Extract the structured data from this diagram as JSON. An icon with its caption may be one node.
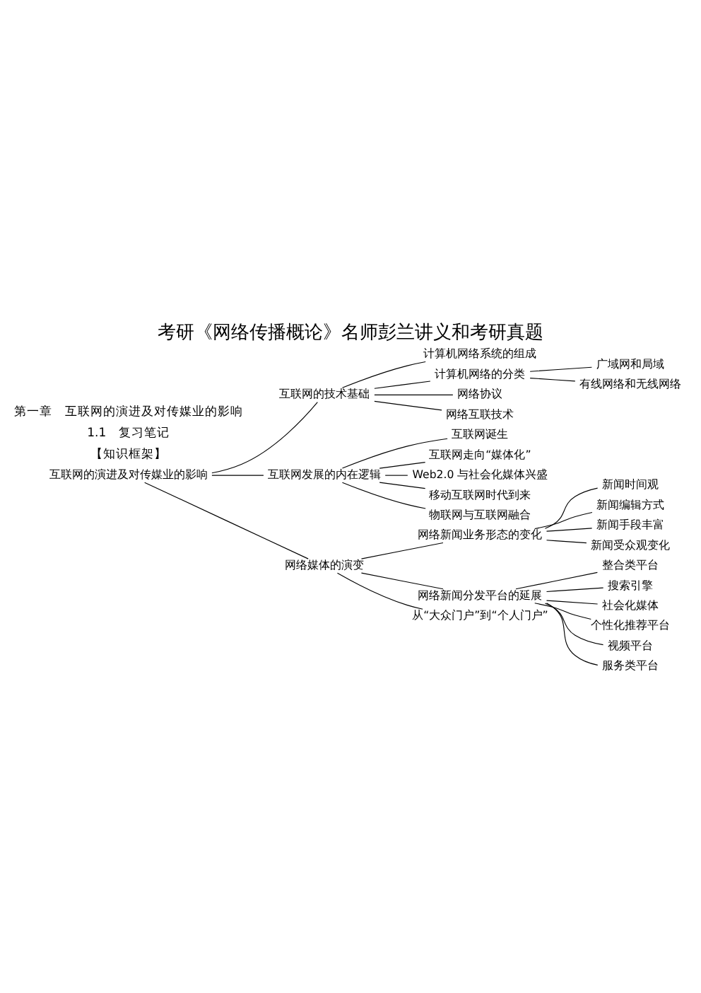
{
  "diagram": {
    "title": "考研《网络传播概论》名师彭兰讲义和考研真题",
    "nodes": [
      {
        "text": [
          "互联网的演进及对传媒业的影响"
        ]
      },
      {
        "text": [
          "互联网的技术基础"
        ]
      },
      {
        "text": [
          "计算机网络系统的组成"
        ]
      },
      {
        "text": [
          "计算机网络的分类"
        ]
      },
      {
        "text": [
          "广域网和局域"
        ]
      },
      {
        "text": [
          "有线网络和无线网络"
        ]
      },
      {
        "text": [
          "网络协议"
        ]
      },
      {
        "text": [
          "网络互联技术"
        ]
      },
      {
        "text": [
          "互联网发展的内在逻辑"
        ]
      },
      {
        "text": [
          "互联网诞生"
        ]
      },
      {
        "text": [
          "互联网走向“媒体化”"
        ]
      },
      {
        "text": [
          "Web2.0 与社会化媒体兴盛"
        ]
      },
      {
        "text": [
          "移动互联网时代到来"
        ]
      },
      {
        "text": [
          "物联网与互联网融合"
        ]
      },
      {
        "text": [
          "网络媒体的演变"
        ]
      },
      {
        "text": [
          "网络新闻业务形态的变化"
        ]
      },
      {
        "text": [
          "新闻时间观"
        ]
      },
      {
        "text": [
          "新闻编辑方式"
        ]
      },
      {
        "text": [
          "新闻手段丰富"
        ]
      },
      {
        "text": [
          "新闻受众观变化"
        ]
      },
      {
        "text": [
          "网络新闻分发平台的延展"
        ]
      },
      {
        "text": [
          "整合类平台"
        ]
      },
      {
        "text": [
          "搜索引擎"
        ]
      },
      {
        "text": [
          "社会化媒体"
        ]
      },
      {
        "text": [
          "个性化推荐平台"
        ]
      },
      {
        "text": [
          "视频平台"
        ]
      },
      {
        "text": [
          "服务类平台"
        ]
      },
      {
        "text": [
          "从“大众门户”到“个人门户”"
        ]
      }
    ],
    "edges": [
      {
        "from": 0,
        "to": 1,
        "arrow": "none"
      },
      {
        "from": 1,
        "to": 2,
        "arrow": "none"
      },
      {
        "from": 1,
        "to": 3,
        "arrow": "none"
      },
      {
        "from": 3,
        "to": 4,
        "arrow": "none"
      },
      {
        "from": 3,
        "to": 5,
        "arrow": "none"
      },
      {
        "from": 1,
        "to": 6,
        "arrow": "none"
      },
      {
        "from": 1,
        "to": 7,
        "arrow": "none"
      },
      {
        "from": 0,
        "to": 8,
        "arrow": "none"
      },
      {
        "from": 8,
        "to": 9,
        "arrow": "none"
      },
      {
        "from": 8,
        "to": 10,
        "arrow": "none"
      },
      {
        "from": 8,
        "to": 11,
        "arrow": "none"
      },
      {
        "from": 8,
        "to": 12,
        "arrow": "none"
      },
      {
        "from": 8,
        "to": 13,
        "arrow": "none"
      },
      {
        "from": 0,
        "to": 14,
        "arrow": "none"
      },
      {
        "from": 14,
        "to": 15,
        "arrow": "none"
      },
      {
        "from": 15,
        "to": 16,
        "arrow": "none"
      },
      {
        "from": 15,
        "to": 17,
        "arrow": "none"
      },
      {
        "from": 15,
        "to": 18,
        "arrow": "none"
      },
      {
        "from": 15,
        "to": 19,
        "arrow": "none"
      },
      {
        "from": 14,
        "to": 20,
        "arrow": "none"
      },
      {
        "from": 20,
        "to": 21,
        "arrow": "none"
      },
      {
        "from": 20,
        "to": 22,
        "arrow": "none"
      },
      {
        "from": 20,
        "to": 23,
        "arrow": "none"
      },
      {
        "from": 20,
        "to": 24,
        "arrow": "none"
      },
      {
        "from": 20,
        "to": 25,
        "arrow": "none"
      },
      {
        "from": 20,
        "to": 26,
        "arrow": "none"
      },
      {
        "from": 14,
        "to": 27,
        "arrow": "none"
      }
    ],
    "labels": [
      "第一章　互联网的演进及对传媒业的影响",
      "1.1　复习笔记",
      "【知识框架】"
    ]
  }
}
